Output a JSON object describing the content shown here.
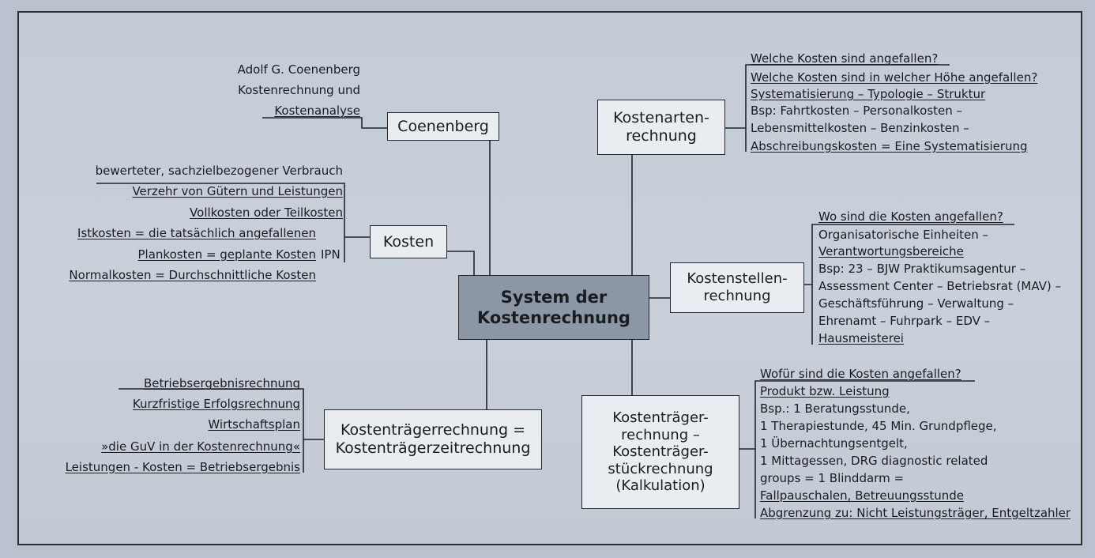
{
  "center": "System der\nKostenrechnung",
  "coenenberg": {
    "node": "Coenenberg",
    "notes": [
      "Adolf G. Coenenberg",
      "Kostenrechnung und",
      "Kostenanalyse"
    ]
  },
  "kosten": {
    "node": "Kosten",
    "notes": [
      "bewerteter, sachzielbezogener Verbrauch",
      "Verzehr von Gütern und Leistungen",
      "Vollkosten oder Teilkosten",
      "Istkosten = die tatsächlich angefallenen",
      "Plankosten = geplante Kosten",
      "Normalkosten = Durchschnittliche Kosten"
    ],
    "ipn": "IPN"
  },
  "kostentraeger_zeit": {
    "node": "Kostenträgerrechnung =\nKostenträgerzeitrechnung",
    "notes": [
      "Betriebsergebnisrechnung",
      "Kurzfristige Erfolgsrechnung",
      "Wirtschaftsplan",
      "»die GuV in der Kostenrechnung«",
      "Leistungen - Kosten = Betriebsergebnis"
    ]
  },
  "kostenarten": {
    "node": "Kostenarten-\nrechnung",
    "notes": [
      "Welche Kosten sind angefallen?",
      "Welche Kosten sind in welcher Höhe angefallen?",
      "Systematisierung – Typologie – Struktur",
      "Bsp: Fahrtkosten – Personalkosten –",
      "Lebensmittelkosten – Benzinkosten –",
      "Abschreibungskosten = Eine Systematisierung"
    ]
  },
  "kostenstellen": {
    "node": "Kostenstellen-\nrechnung",
    "notes": [
      "Wo sind die Kosten angefallen?",
      "Organisatorische Einheiten –",
      "Verantwortungsbereiche",
      "Bsp: 23 – BJW Praktikumsagentur –",
      "Assessment Center – Betriebsrat (MAV) –",
      "Geschäftsführung – Verwaltung –",
      "Ehrenamt – Fuhrpark – EDV –",
      "Hausmeisterei"
    ]
  },
  "kostentraeger_stueck": {
    "node": "Kostenträger-\nrechnung –\nKostenträger-\nstückrechnung\n(Kalkulation)",
    "notes": [
      "Wofür sind die Kosten angefallen?",
      "Produkt bzw. Leistung",
      "Bsp.: 1 Beratungsstunde,",
      "1 Therapiestunde, 45 Min. Grundpflege,",
      "1 Übernachtungsentgelt,",
      "1 Mittagessen, DRG diagnostic related",
      "groups = 1 Blinddarm =",
      "Fallpauschalen, Betreuungsstunde",
      "Abgrenzung zu: Nicht Leistungsträger, Entgeltzahler"
    ]
  }
}
